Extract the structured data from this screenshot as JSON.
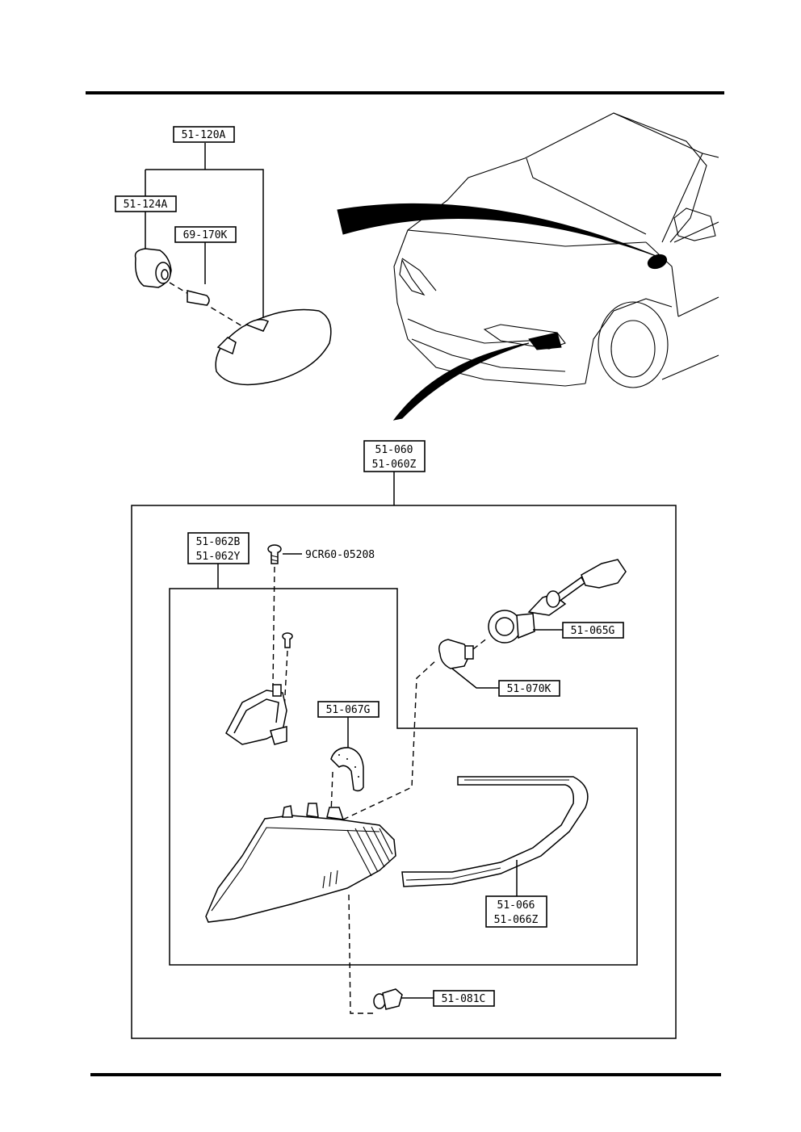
{
  "labels": {
    "side_housing": "51-120A",
    "side_socket": "51-124A",
    "side_bulb": "69-170K",
    "lamp_assy_1": "51-060",
    "lamp_assy_2": "51-060Z",
    "lens_1": "51-062B",
    "lens_2": "51-062Y",
    "screw": "9CR60-05208",
    "socket": "51-065G",
    "bulb": "51-070K",
    "packing": "51-067G",
    "gasket_1": "51-066",
    "gasket_2": "51-066Z",
    "clip": "51-081C"
  },
  "icons": [
    "side-marker-lamp-icon",
    "socket-icon",
    "bulb-icon",
    "screw-icon",
    "bracket-icon",
    "front-combination-lamp-icon",
    "gasket-icon",
    "clip-icon",
    "connector-icon",
    "car-front-icon"
  ]
}
